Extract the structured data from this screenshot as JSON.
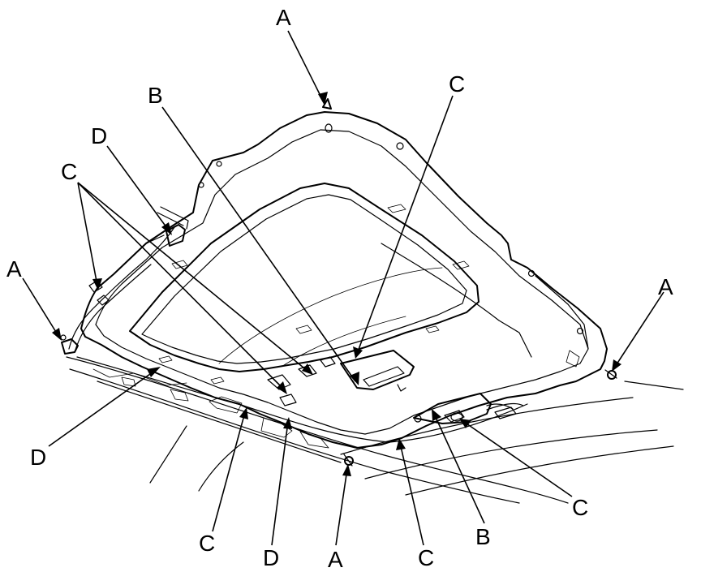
{
  "callouts": [
    {
      "id": "a-top",
      "text": "A"
    },
    {
      "id": "a-left",
      "text": "A"
    },
    {
      "id": "a-right",
      "text": "A"
    },
    {
      "id": "a-bottom",
      "text": "A"
    },
    {
      "id": "b-top",
      "text": "B"
    },
    {
      "id": "b-bottom",
      "text": "B"
    },
    {
      "id": "c-top",
      "text": "C"
    },
    {
      "id": "c-left",
      "text": "C"
    },
    {
      "id": "c-right",
      "text": "C"
    },
    {
      "id": "c-bottom-left",
      "text": "C"
    },
    {
      "id": "c-bottom-mid",
      "text": "C"
    },
    {
      "id": "d-top",
      "text": "D"
    },
    {
      "id": "d-left",
      "text": "D"
    },
    {
      "id": "d-bottom",
      "text": "D"
    }
  ]
}
